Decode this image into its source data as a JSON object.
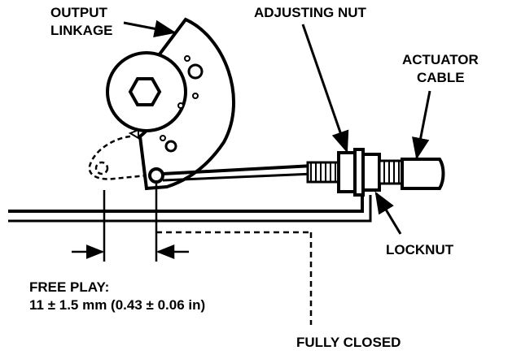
{
  "labels": {
    "output_linkage_line1": "OUTPUT",
    "output_linkage_line2": "LINKAGE",
    "adjusting_nut": "ADJUSTING NUT",
    "actuator_cable_line1": "ACTUATOR",
    "actuator_cable_line2": "CABLE",
    "locknut": "LOCKNUT",
    "free_play_title": "FREE PLAY:",
    "free_play_value": "11 ± 1.5 mm (0.43 ± 0.06 in)",
    "fully_closed": "FULLY CLOSED"
  }
}
